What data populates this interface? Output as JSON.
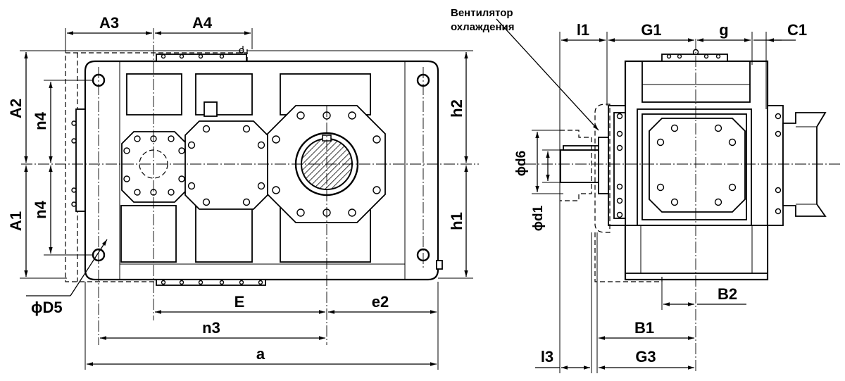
{
  "labels": {
    "A3": "A3",
    "A4": "A4",
    "A2": "A2",
    "A1": "A1",
    "n4_top": "n4",
    "n4_bottom": "n4",
    "h2": "h2",
    "h1": "h1",
    "D5": "D5",
    "E": "E",
    "e2": "e2",
    "n3": "n3",
    "a": "a",
    "l1": "l1",
    "G1": "G1",
    "g": "g",
    "C1": "C1",
    "d6": "d6",
    "d1": "d1",
    "B2": "B2",
    "B1": "B1",
    "l3": "l3",
    "G3": "G3"
  },
  "symbols": {
    "diameter": "ϕ"
  },
  "fan_note": {
    "line1": "Вентилятор",
    "line2": "охлаждения"
  }
}
